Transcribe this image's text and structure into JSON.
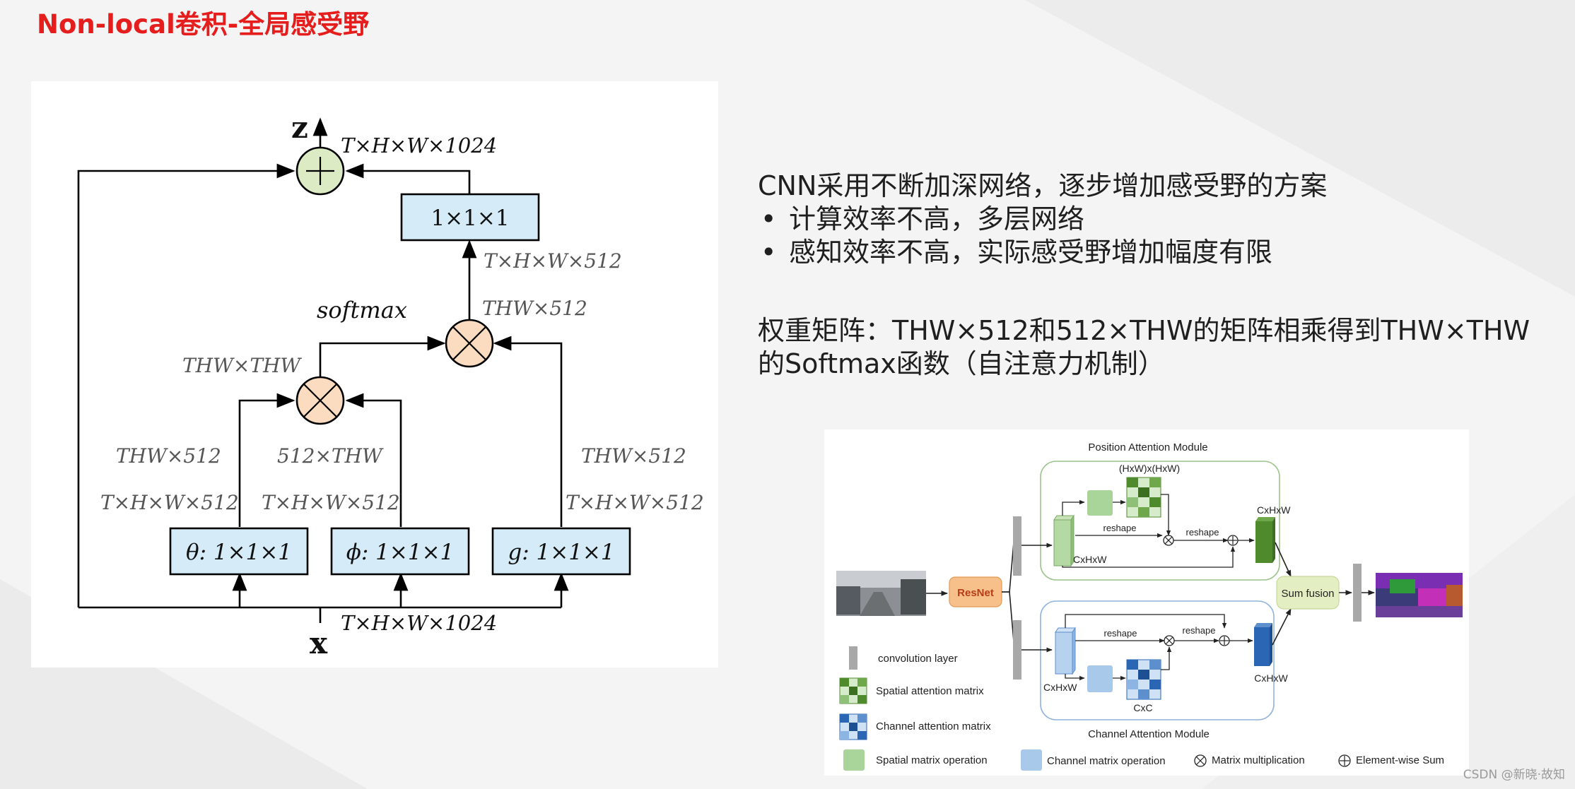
{
  "slide": {
    "title": "Non-local卷积-全局感受野",
    "watermark": "CSDN @新晓·故知"
  },
  "text": {
    "heading": "CNN采用不断加深网络，逐步增加感受野的方案",
    "bullet_char": "•",
    "bullets": [
      "计算效率不高，多层网络",
      "感知效率不高，实际感受野增加幅度有限"
    ],
    "weight_line1": "权重矩阵：THW×512和512×THW的矩阵相乘得到THW×THW",
    "weight_line2": "的Softmax函数（自注意力机制）"
  },
  "nonlocal": {
    "z_label": "z",
    "x_label": "x",
    "z_dim": "T×H×W×1024",
    "x_dim": "T×H×W×1024",
    "top_conv": "1×1×1",
    "top_conv_dim": "T×H×W×512",
    "mul_top_dim": "THW×512",
    "softmax": "softmax",
    "mul_left_dim": "THW×THW",
    "theta_label": "θ: 1×1×1",
    "phi_label": "ϕ: 1×1×1",
    "g_label": "g: 1×1×1",
    "theta_dim_a": "THW×512",
    "theta_dim_b": "T×H×W×512",
    "phi_dim_a": "512×THW",
    "phi_dim_b": "T×H×W×512",
    "g_dim_a": "THW×512",
    "g_dim_b": "T×H×W×512",
    "colors": {
      "box_fill": "#d5ecf8",
      "sum_fill": "#dcebc4",
      "mul_fill": "#fbdcc0",
      "line": "#000000"
    }
  },
  "danet": {
    "pam_title": "Position Attention Module",
    "pam_hw": "(HxW)x(HxW)",
    "pam_cxhxw_in": "CxHxW",
    "pam_cxhxw_out": "CxHxW",
    "pam_reshape_1": "reshape",
    "pam_reshape_2": "reshape",
    "cam_title": "Channel Attention Module",
    "cam_cxhxw_in": "CxHxW",
    "cam_cxhxw_out": "CxHxW",
    "cam_cxc": "CxC",
    "cam_reshape_1": "reshape",
    "cam_reshape_2": "reshape",
    "resnet": "ResNet",
    "sum_fusion": "Sum fusion",
    "legend": {
      "conv": "convolution layer",
      "spatial_attn": "Spatial attention matrix",
      "channel_attn": "Channel attention matrix",
      "spatial_op": "Spatial matrix operation",
      "channel_op": "Channel matrix operation",
      "matmul": "Matrix multiplication",
      "ewsum": "Element-wise Sum"
    },
    "colors": {
      "resnet": "#f7c08a",
      "sum_fusion": "#e3efc3",
      "green": "#a9d59a",
      "dark_green": "#4f8a2c",
      "blue": "#a9c9ea",
      "dark_blue": "#2a66b3",
      "conv": "#a8a8a8"
    }
  }
}
